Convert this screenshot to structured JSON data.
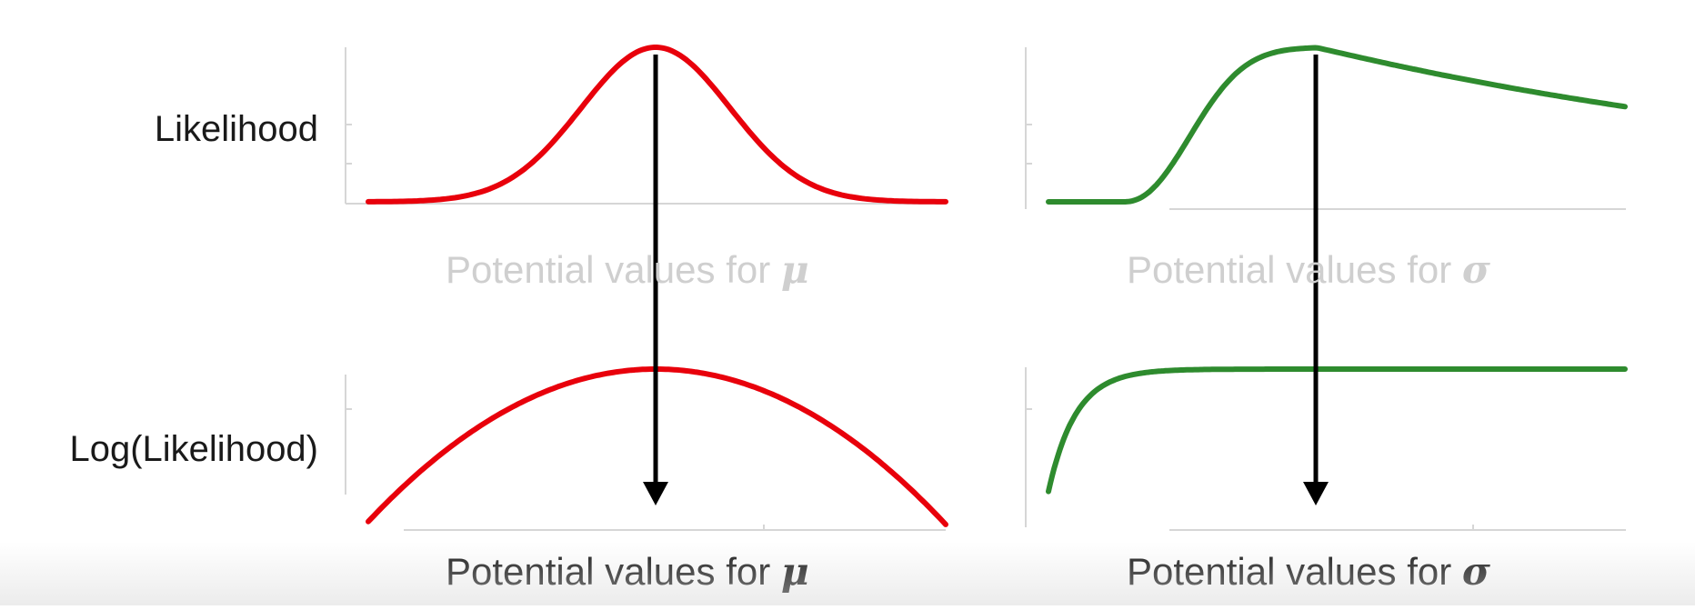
{
  "rows": {
    "top_label": "Likelihood",
    "bottom_label": "Log(Likelihood)"
  },
  "xlabels": {
    "mu_text": "Potential values for ",
    "mu_symbol": "μ",
    "sigma_text": "Potential values for ",
    "sigma_symbol": "σ"
  },
  "colors": {
    "mu_curve": "#e8000b",
    "sigma_curve": "#2e8b2e",
    "arrow": "#000000",
    "axis": "#d6d6d6",
    "faded_label": "#cfcfcf"
  },
  "panels": [
    {
      "id": "likelihood-mu",
      "curve": "normal-likelihood-peak",
      "color_key": "mu_curve"
    },
    {
      "id": "likelihood-sigma",
      "curve": "skewed-likelihood-peak",
      "color_key": "sigma_curve"
    },
    {
      "id": "loglik-mu",
      "curve": "concave-parabola",
      "color_key": "mu_curve"
    },
    {
      "id": "loglik-sigma",
      "curve": "log-curve-plateau",
      "color_key": "sigma_curve"
    }
  ],
  "arrows": [
    {
      "name": "mu-max-arrow",
      "direction": "down"
    },
    {
      "name": "sigma-max-arrow",
      "direction": "down"
    }
  ]
}
